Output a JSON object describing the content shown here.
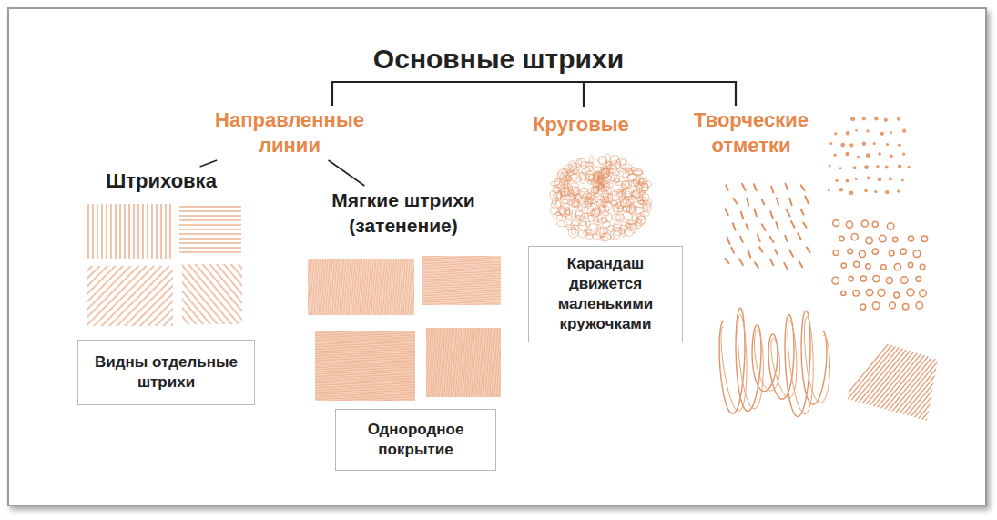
{
  "diagram": {
    "title": "Основные штрихи",
    "nodes": [
      {
        "text": [
          "Направленные линии"
        ]
      },
      {
        "text": [
          "Круговые"
        ]
      },
      {
        "text": [
          "Творческие отметки"
        ]
      },
      {
        "text": [
          "Штриховка"
        ]
      },
      {
        "text": [
          "Мягкие штрихи (затенение)"
        ]
      },
      {
        "text": [
          "Видны отдельные штрихи"
        ]
      },
      {
        "text": [
          "Однородное покрытие"
        ]
      },
      {
        "text": [
          "Карандаш движется маленькими кружочками"
        ]
      }
    ],
    "edges": [
      {
        "from": 0,
        "to": 3,
        "arrow": "none"
      },
      {
        "from": 0,
        "to": 4,
        "arrow": "none"
      }
    ]
  }
}
